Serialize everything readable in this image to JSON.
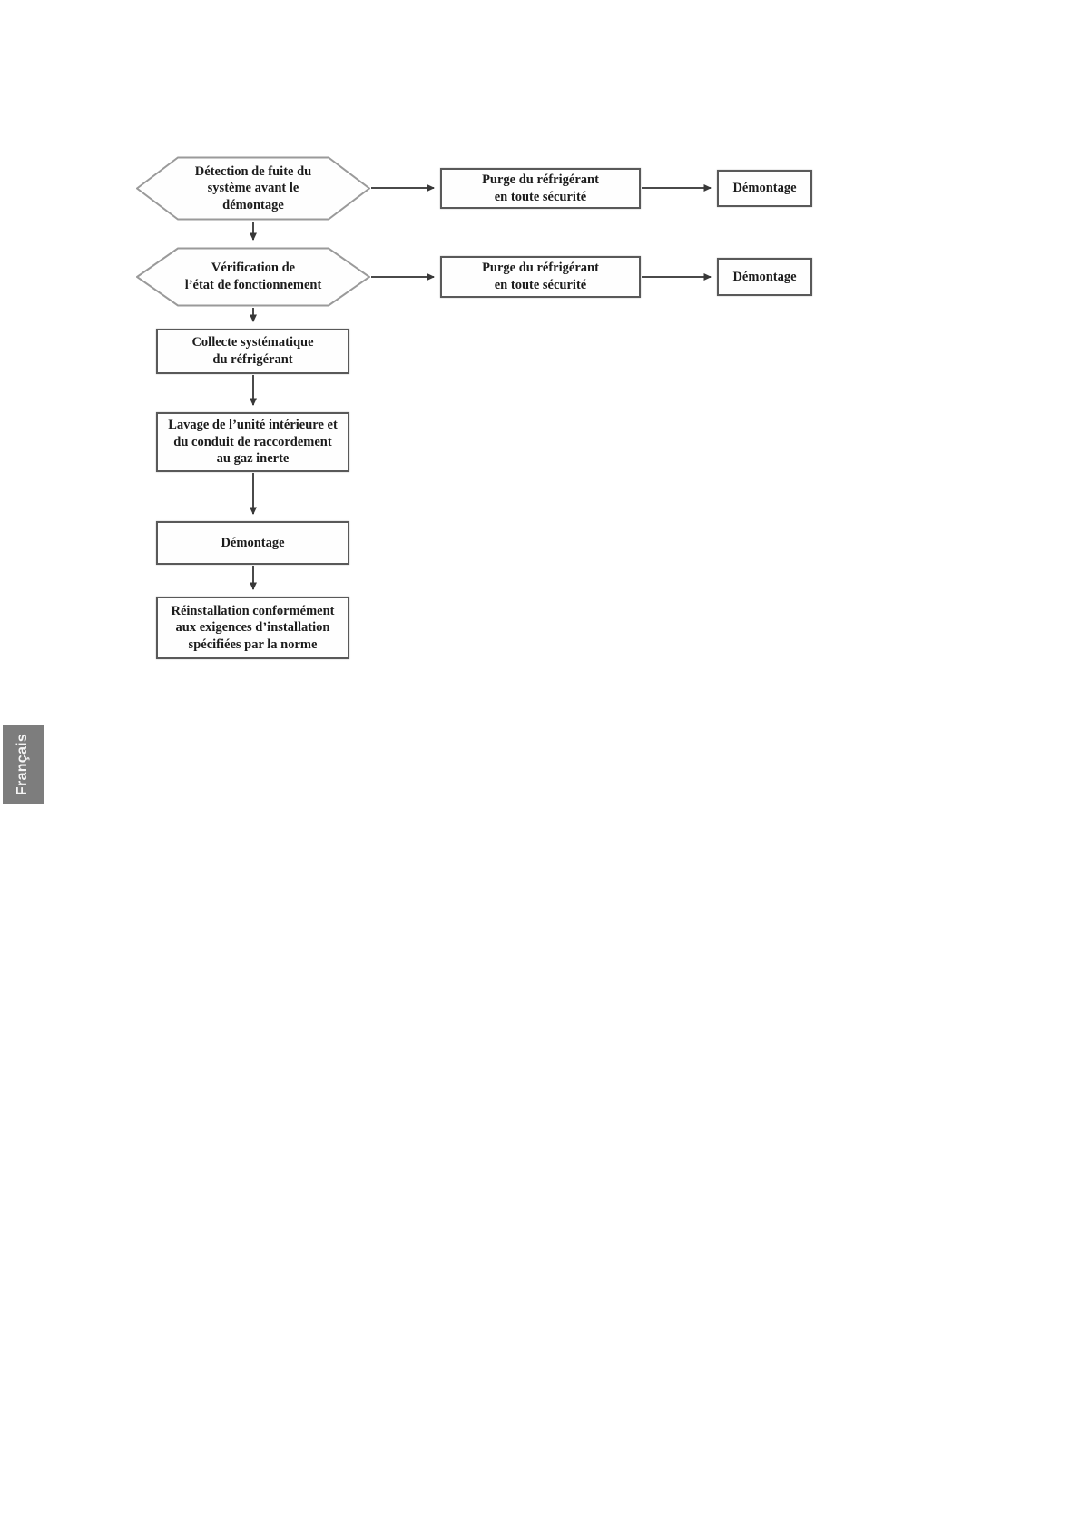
{
  "language_tab": {
    "label": "Français"
  },
  "flowchart": {
    "nodes": {
      "leak_detection": {
        "type": "decision",
        "label": "Détection de fuite du\nsystème avant le\ndémontage"
      },
      "purge_top": {
        "type": "process",
        "label": "Purge du réfrigérant\nen toute sécurité"
      },
      "demontage_top": {
        "type": "process",
        "label": "Démontage"
      },
      "operation_check": {
        "type": "decision",
        "label": "Vérification de\nl’état de fonctionnement"
      },
      "purge_mid": {
        "type": "process",
        "label": "Purge du réfrigérant\nen toute sécurité"
      },
      "demontage_mid": {
        "type": "process",
        "label": "Démontage"
      },
      "collect": {
        "type": "process",
        "label": "Collecte systématique\ndu réfrigérant"
      },
      "flush": {
        "type": "process",
        "label": "Lavage de l’unité intérieure et\ndu conduit de raccordement\nau gaz inerte"
      },
      "demontage_main": {
        "type": "process",
        "label": "Démontage"
      },
      "reinstall": {
        "type": "process",
        "label": "Réinstallation conformément\naux exigences d’installation\nspécifiées par la norme"
      }
    },
    "edges": [
      {
        "from": "leak_detection",
        "to": "purge_top"
      },
      {
        "from": "purge_top",
        "to": "demontage_top"
      },
      {
        "from": "leak_detection",
        "to": "operation_check"
      },
      {
        "from": "operation_check",
        "to": "purge_mid"
      },
      {
        "from": "purge_mid",
        "to": "demontage_mid"
      },
      {
        "from": "operation_check",
        "to": "collect"
      },
      {
        "from": "collect",
        "to": "flush"
      },
      {
        "from": "flush",
        "to": "demontage_main"
      },
      {
        "from": "demontage_main",
        "to": "reinstall"
      }
    ]
  },
  "colors": {
    "page_background": "#ffffff",
    "box_border": "#595959",
    "hexagon_border": "#9a9a9a",
    "arrow": "#3f3f3f",
    "text": "#1c1c1c",
    "tab_background": "#7d7d7d",
    "tab_text": "#f5f5f5"
  }
}
